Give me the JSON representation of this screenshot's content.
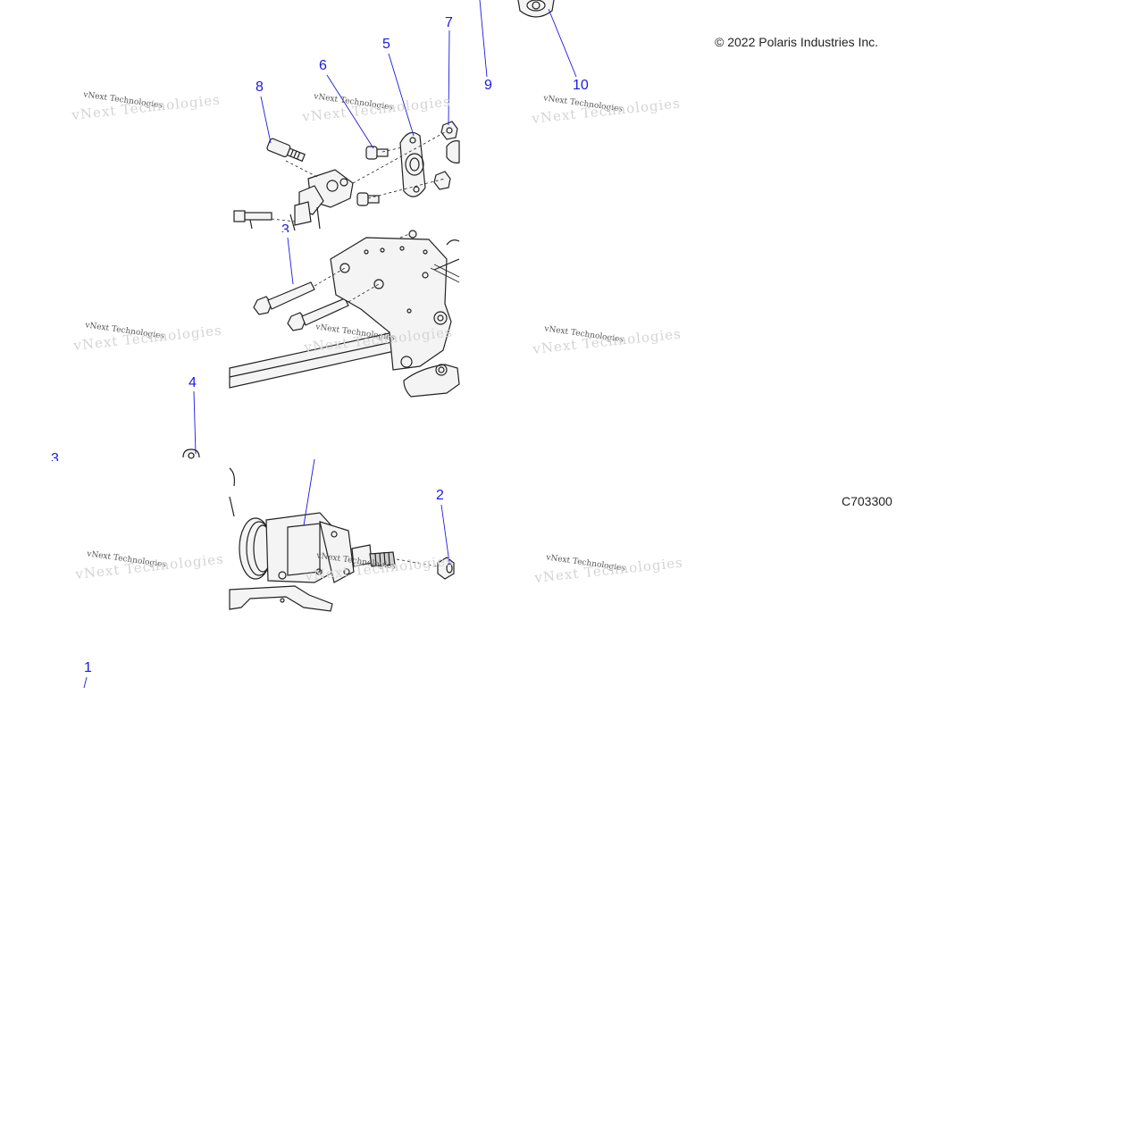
{
  "copyright": "© 2022 Polaris Industries Inc.",
  "drawing_id": "C703300",
  "watermark": "vNext Technologies",
  "callouts": [
    "1",
    "2",
    "3",
    "3",
    "4",
    "5",
    "6",
    "7",
    "8",
    "9",
    "10"
  ],
  "colors": {
    "callout": "#1a1ae0",
    "linework": "#222222",
    "fill": "#f4f4f4"
  }
}
